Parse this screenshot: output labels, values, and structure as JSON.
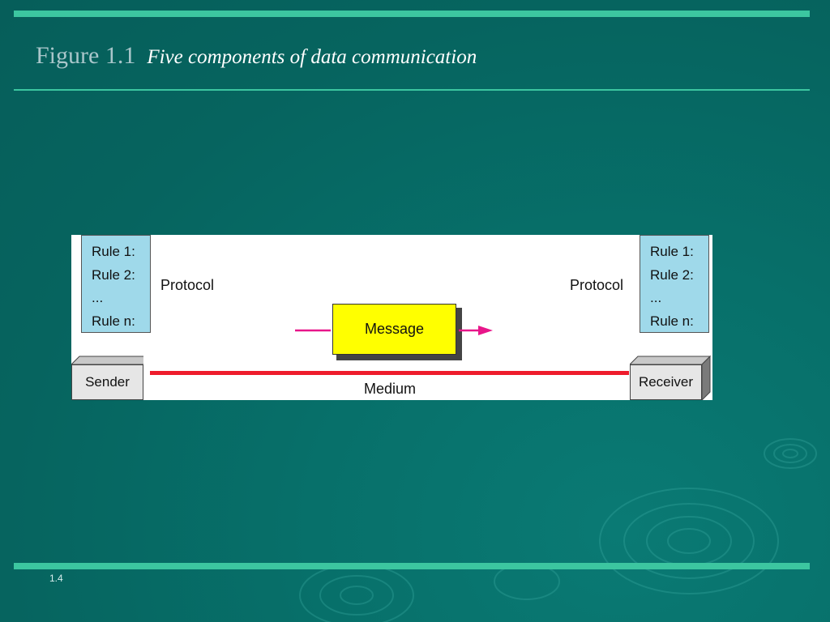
{
  "slide": {
    "figure_label": "Figure 1.1",
    "caption": "Five components of data communication",
    "slide_number": "1.4"
  },
  "diagram": {
    "sender_rules": [
      "Rule 1:",
      "Rule 2:",
      "...",
      "Rule n:"
    ],
    "receiver_rules": [
      "Rule 1:",
      "Rule 2:",
      "...",
      "Rule n:"
    ],
    "protocol_left_label": "Protocol",
    "protocol_right_label": "Protocol",
    "message_label": "Message",
    "sender_label": "Sender",
    "receiver_label": "Receiver",
    "medium_label": "Medium"
  },
  "colors": {
    "background": "#07706a",
    "accent_bar": "#3cc6a0",
    "rules_box": "#9fd9ea",
    "message_box": "#ffff00",
    "medium_line": "#ee1c2c",
    "arrow": "#e8168a"
  }
}
